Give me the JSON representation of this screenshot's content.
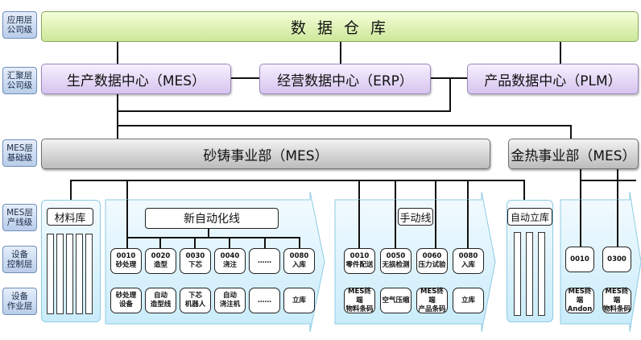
{
  "tiers": [
    {
      "id": "app",
      "lines": [
        "应用层",
        "公司级"
      ]
    },
    {
      "id": "agg",
      "lines": [
        "汇聚层",
        "公司级"
      ]
    },
    {
      "id": "mesbase",
      "lines": [
        "MES层",
        "基础级"
      ]
    },
    {
      "id": "mesline",
      "lines": [
        "MES层",
        "产线级"
      ]
    },
    {
      "id": "ctrl",
      "lines": [
        "设备",
        "控制层"
      ]
    },
    {
      "id": "ops",
      "lines": [
        "设备",
        "作业层"
      ]
    }
  ],
  "top": {
    "data_warehouse": "数 据 仓 库"
  },
  "centers": {
    "mes": "生产数据中心（MES）",
    "erp": "经营数据中心（ERP）",
    "plm": "产品数据中心（PLM）"
  },
  "divisions": {
    "casting": "砂铸事业部（MES）",
    "hot": "金热事业部（MES）"
  },
  "panels": {
    "material": "材料库",
    "new_auto": "新自动化线",
    "manual": "手动线",
    "auto_store": "自动立库"
  },
  "new_auto_stations": [
    {
      "code": "0010",
      "name": "砂处理",
      "device": [
        "砂处理",
        "设备"
      ]
    },
    {
      "code": "0020",
      "name": "造型",
      "device": [
        "自动",
        "造型线"
      ]
    },
    {
      "code": "0030",
      "name": "下芯",
      "device": [
        "下芯",
        "机器人"
      ]
    },
    {
      "code": "0040",
      "name": "浇注",
      "device": [
        "自动",
        "浇注机"
      ]
    },
    {
      "code": "……",
      "name": "",
      "device": [
        "……"
      ]
    },
    {
      "code": "0080",
      "name": "入库",
      "device": [
        "立库"
      ]
    }
  ],
  "manual_stations": [
    {
      "code": "0010",
      "name": "零件配送",
      "device": [
        "MES终端",
        "物料条码"
      ]
    },
    {
      "code": "0050",
      "name": "无损检测",
      "device": [
        "空气压缩"
      ]
    },
    {
      "code": "0060",
      "name": "压力试验",
      "device": [
        "MES终端",
        "产品条码"
      ]
    },
    {
      "code": "0080",
      "name": "入库",
      "device": [
        "立库"
      ]
    }
  ],
  "hot_stations": [
    {
      "code": "0010",
      "device": [
        "MES终端",
        "Andon"
      ]
    },
    {
      "code": "0300",
      "device": [
        "MES终端",
        "物料条码"
      ]
    }
  ]
}
